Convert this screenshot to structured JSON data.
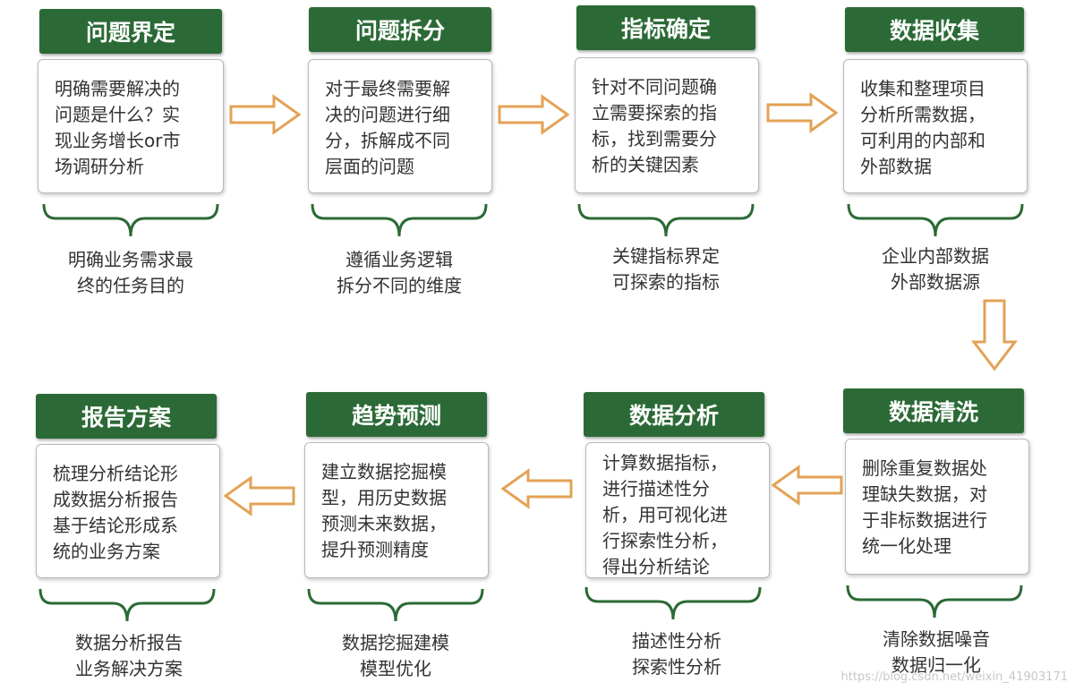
{
  "row1": [
    {
      "title": "问题界定",
      "body": "明确需要解决的\n问题是什么？实\n现业务增长or市\n场调研分析",
      "caption": "明确业务需求最\n终的任务目的"
    },
    {
      "title": "问题拆分",
      "body": "对于最终需要解\n决的问题进行细\n分，拆解成不同\n层面的问题",
      "caption": "遵循业务逻辑\n拆分不同的维度"
    },
    {
      "title": "指标确定",
      "body": "针对不同问题确\n立需要探索的指\n标，找到需要分\n析的关键因素",
      "caption": "关键指标界定\n可探索的指标"
    },
    {
      "title": "数据收集",
      "body": "收集和整理项目\n分析所需数据，\n可利用的内部和\n外部数据",
      "caption": "企业内部数据\n外部数据源"
    }
  ],
  "row2": [
    {
      "title": "报告方案",
      "body": "梳理分析结论形\n成数据分析报告\n基于结论形成系\n统的业务方案",
      "caption": "数据分析报告\n业务解决方案"
    },
    {
      "title": "趋势预测",
      "body": "建立数据挖掘模\n型，用历史数据\n预测未来数据，\n提升预测精度",
      "caption": "数据挖掘建模\n模型优化"
    },
    {
      "title": "数据分析",
      "body": "计算数据指标，\n进行描述性分\n析，用可视化进\n行探索性分析，\n得出分析结论",
      "caption": "描述性分析\n探索性分析"
    },
    {
      "title": "数据清洗",
      "body": "删除重复数据处\n理缺失数据，对\n于非标数据进行\n统一化处理",
      "caption": "清除数据噪音\n数据归一化"
    }
  ],
  "watermark": "https://blog.csdn.net/weixin_41903171",
  "colors": {
    "header_bg": "#2b6a36",
    "header_text": "#ffffff",
    "brace": "#2b6a36",
    "arrow_outline": "#e3a256",
    "box_border": "#b9b9b9"
  }
}
